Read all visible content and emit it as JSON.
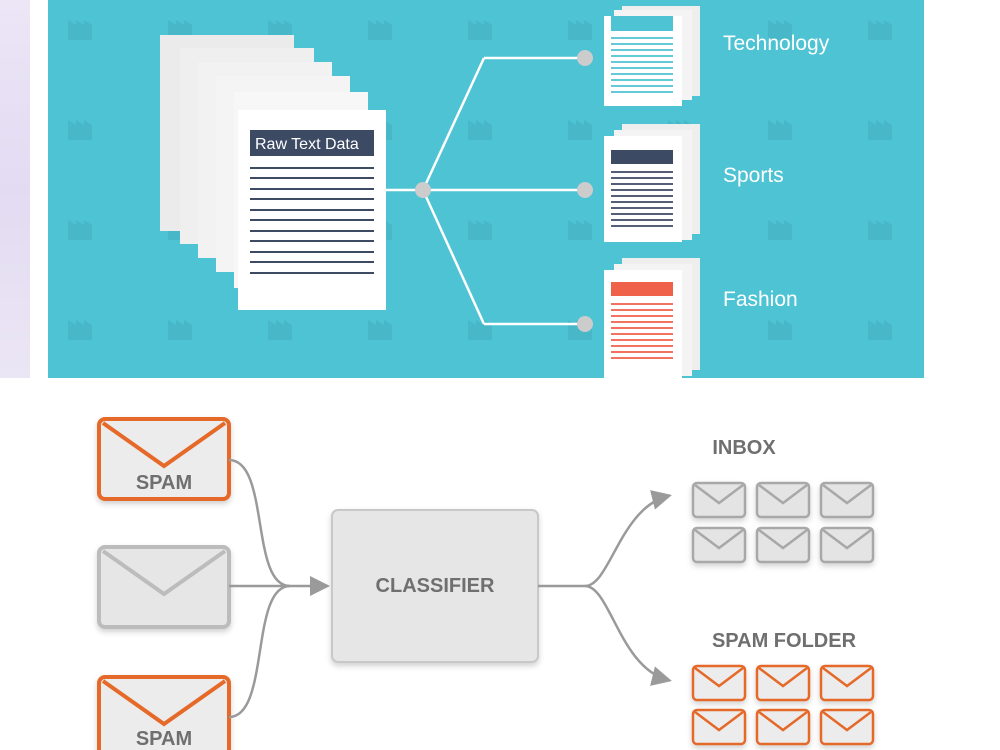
{
  "topic_diagram": {
    "source_label": "Raw Text Data",
    "categories": [
      {
        "label": "Technology",
        "accent": "#4ec3d3"
      },
      {
        "label": "Sports",
        "accent": "#3d4a63"
      },
      {
        "label": "Fashion",
        "accent": "#f0614a"
      }
    ],
    "background": "#4ec3d3"
  },
  "spam_diagram": {
    "inputs": [
      {
        "label": "SPAM",
        "is_spam": true
      },
      {
        "label": "",
        "is_spam": false
      },
      {
        "label": "SPAM",
        "is_spam": true
      }
    ],
    "classifier_label": "CLASSIFIER",
    "outputs": [
      {
        "label": "INBOX",
        "count": 6,
        "color": "#9a9a9a"
      },
      {
        "label": "SPAM FOLDER",
        "count": 6,
        "color": "#e56a2c"
      }
    ],
    "spam_color": "#e56a2c"
  }
}
